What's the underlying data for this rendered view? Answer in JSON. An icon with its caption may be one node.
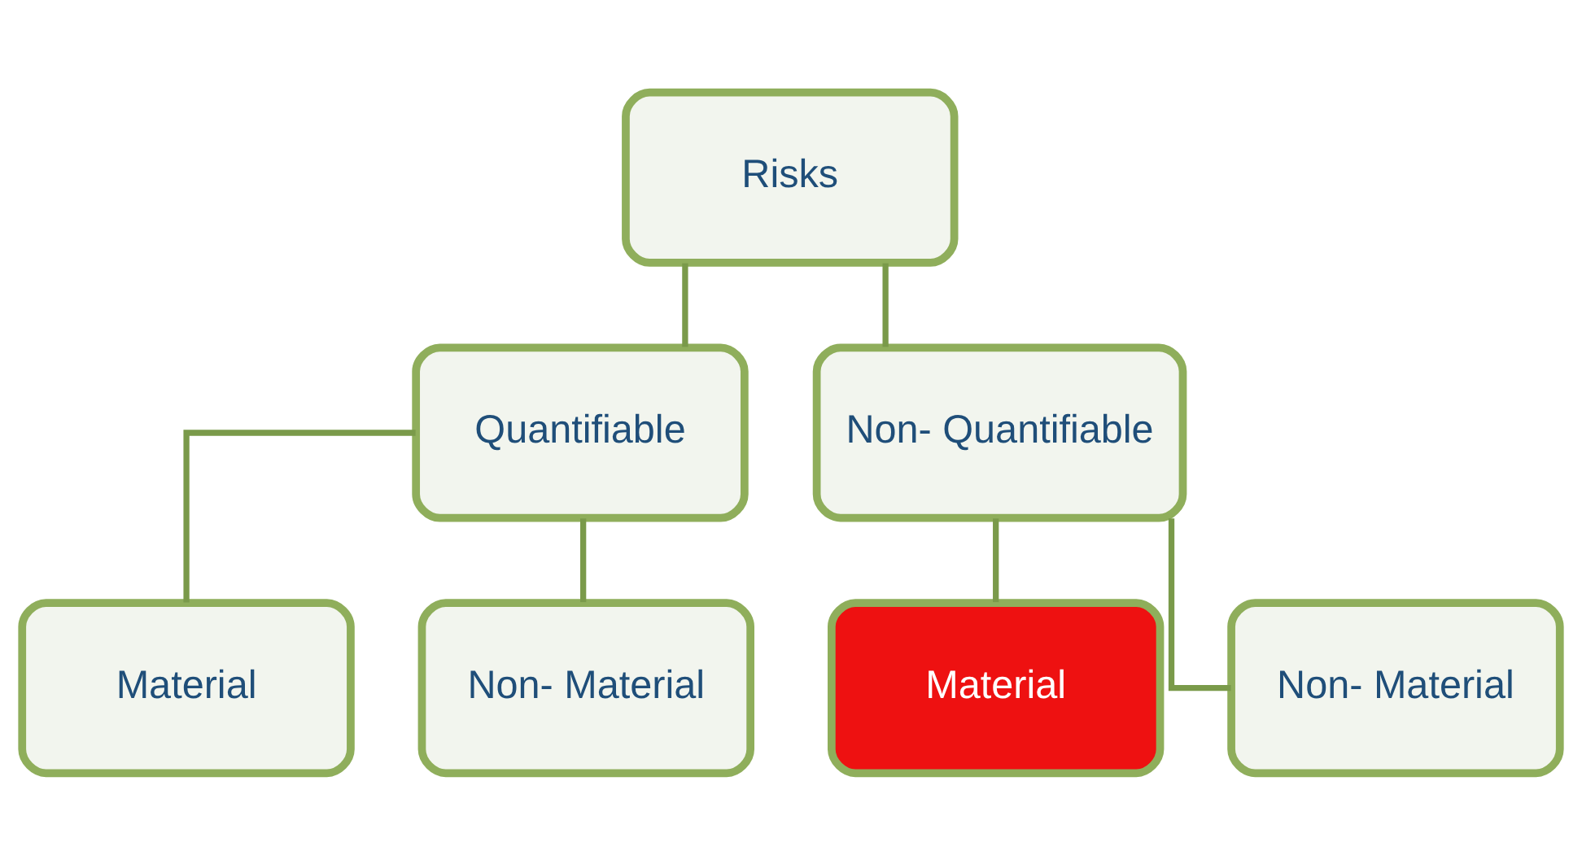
{
  "diagram": {
    "nodes": [
      {
        "text": [
          "Risks"
        ]
      },
      {
        "text": [
          "Quantifiable"
        ]
      },
      {
        "text": [
          "Non- Quantifiable"
        ]
      },
      {
        "text": [
          "Material"
        ]
      },
      {
        "text": [
          "Non- Material"
        ]
      },
      {
        "text": [
          "Material"
        ]
      },
      {
        "text": [
          "Non- Material"
        ]
      }
    ],
    "edges": [
      {
        "from": 0,
        "to": 1,
        "arrow": "none"
      },
      {
        "from": 0,
        "to": 2,
        "arrow": "none"
      },
      {
        "from": 1,
        "to": 3,
        "arrow": "none"
      },
      {
        "from": 1,
        "to": 4,
        "arrow": "none"
      },
      {
        "from": 2,
        "to": 5,
        "arrow": "none"
      },
      {
        "from": 2,
        "to": 6,
        "arrow": "none"
      }
    ]
  }
}
